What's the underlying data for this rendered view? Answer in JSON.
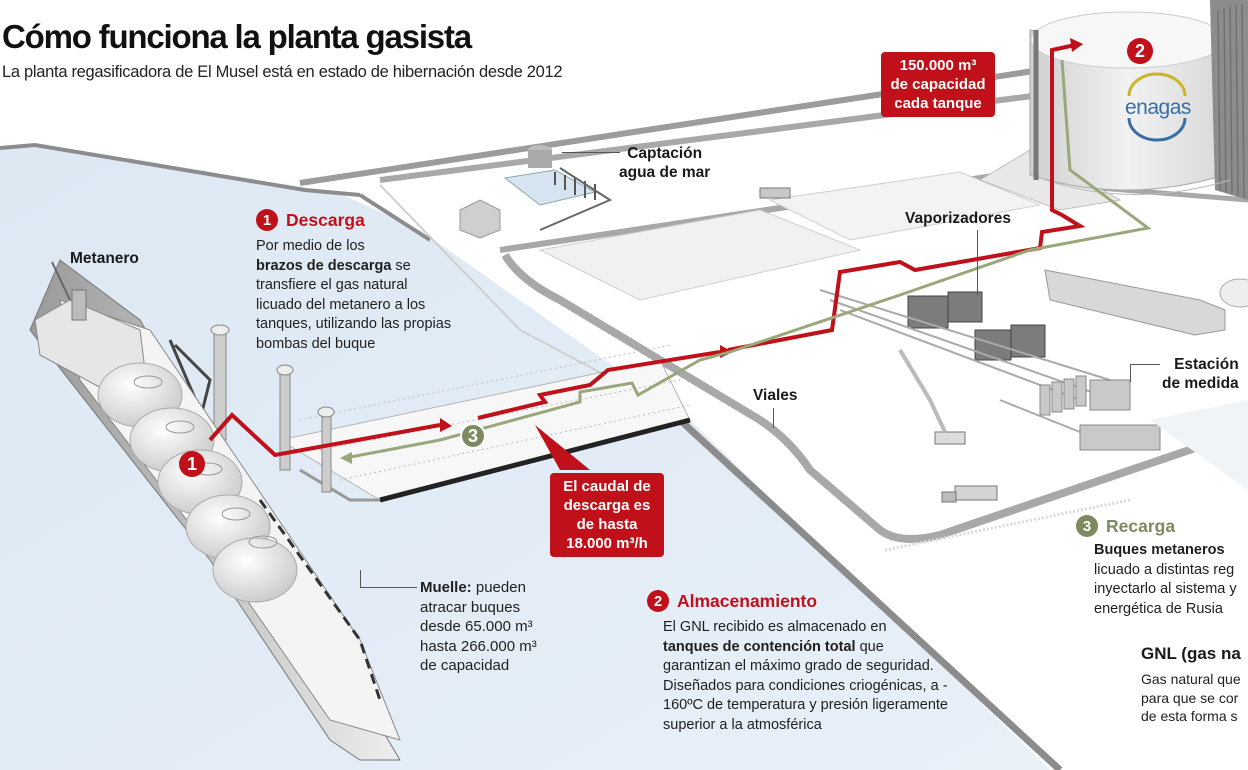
{
  "header": {
    "title": "Cómo funciona la planta gasista",
    "subtitle": "La planta regasificadora de El Musel está en estado de hibernación desde 2012"
  },
  "colors": {
    "accent_red": "#c0111a",
    "recarga_green": "#7d8a5f",
    "water": "#e3ecf5",
    "ground": "#ffffff",
    "enagas_blue": "#3a6ea5",
    "enagas_yellow": "#c9b42a"
  },
  "callouts": {
    "tank_capacity": [
      "150.000 m³",
      "de capacidad",
      "cada tanque"
    ],
    "flow_rate": [
      "El caudal de",
      "descarga es",
      "de hasta",
      "18.000 m³/h"
    ]
  },
  "labels": {
    "metanero": "Metanero",
    "captacion": [
      "Captación",
      "agua de mar"
    ],
    "vaporizadores": "Vaporizadores",
    "viales": "Viales",
    "estacion": [
      "Estación",
      "de medida"
    ],
    "tank_logo": "enagas"
  },
  "muelle": {
    "bold": "Muelle:",
    "lines": [
      " pueden",
      "atracar buques",
      "desde 65.000 m³",
      "hasta 266.000 m³",
      "de capacidad"
    ]
  },
  "sections": {
    "descarga": {
      "number": "1",
      "title": "Descarga",
      "lines": [
        "Por medio de los",
        "",
        "transfiere el gas natural",
        "licuado del metanero a los",
        "tanques, utilizando las propias",
        "bombas del buque"
      ],
      "bold": "brazos de descarga",
      "bold_tail": " se"
    },
    "almacenamiento": {
      "number": "2",
      "title": "Almacenamiento",
      "line1": "El GNL recibido es almacenado en",
      "bold": "tanques de contención total",
      "bold_tail": " que",
      "lines": [
        "garantizan el máximo grado de seguridad.",
        "Diseñados para condiciones criogénicas, a -",
        "160ºC de  temperatura y presión ligeramente",
        "superior a la atmosférica"
      ]
    },
    "recarga": {
      "number": "3",
      "title": "Recarga",
      "bold": "Buques metaneros",
      "lines": [
        "licuado a distintas reg",
        "inyectarlo al sistema y",
        "energética de Rusia"
      ]
    },
    "gnl": {
      "title": "GNL (gas na",
      "lines": [
        "Gas natural que",
        "para que se cor",
        "de esta forma s"
      ]
    }
  },
  "map_markers": {
    "ship_marker": "1",
    "tank_marker": "2",
    "pipe_marker": "3"
  }
}
